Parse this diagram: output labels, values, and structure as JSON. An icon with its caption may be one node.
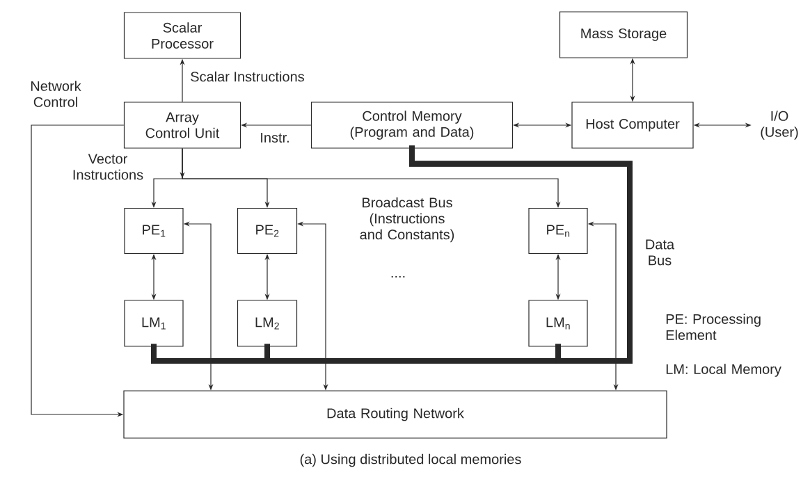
{
  "diagram": {
    "caption": "(a) Using distributed local memories",
    "nodes": [
      {
        "text": [
          "Scalar Processor"
        ]
      },
      {
        "text": [
          "Mass Storage"
        ]
      },
      {
        "text": [
          "Array Control Unit"
        ]
      },
      {
        "text": [
          "Control Memory (Program and Data)"
        ]
      },
      {
        "text": [
          "Host Computer"
        ]
      },
      {
        "text": [
          "I/O (User)"
        ]
      },
      {
        "text": [
          "PE$_{1}$"
        ]
      },
      {
        "text": [
          "PE$_{2}$"
        ]
      },
      {
        "text": [
          "PE$_{n}$"
        ]
      },
      {
        "text": [
          "LM$_{1}$"
        ]
      },
      {
        "text": [
          "LM$_{2}$"
        ]
      },
      {
        "text": [
          "LM$_{n}$"
        ]
      },
      {
        "text": [
          "Data Routing Network"
        ]
      }
    ],
    "edges": [
      {
        "from": 2,
        "to": 0,
        "arrow": "to",
        "label": "Scalar Instructions"
      },
      {
        "from": 3,
        "to": 2,
        "arrow": "to",
        "label": "Instr."
      },
      {
        "from": 3,
        "to": 4,
        "arrow": "both"
      },
      {
        "from": 4,
        "to": 1,
        "arrow": "both"
      },
      {
        "from": 4,
        "to": 5,
        "arrow": "both"
      },
      {
        "from": 2,
        "to": 6,
        "arrow": "to",
        "label": "Vector Instructions"
      },
      {
        "from": 2,
        "to": 7,
        "arrow": "to"
      },
      {
        "from": 2,
        "to": 8,
        "arrow": "to",
        "label": "Broadcast Bus (Instructions and Constants)"
      },
      {
        "from": 6,
        "to": 9,
        "arrow": "both"
      },
      {
        "from": 7,
        "to": 10,
        "arrow": "both"
      },
      {
        "from": 8,
        "to": 11,
        "arrow": "both"
      },
      {
        "from": 12,
        "to": 6,
        "arrow": "both"
      },
      {
        "from": 12,
        "to": 7,
        "arrow": "both"
      },
      {
        "from": 12,
        "to": 8,
        "arrow": "both"
      },
      {
        "from": 2,
        "to": 12,
        "arrow": "to",
        "label": "Network Control"
      },
      {
        "from": 3,
        "to": 9,
        "arrow": "none",
        "style": "thick",
        "label": "Data Bus"
      },
      {
        "from": 3,
        "to": 10,
        "arrow": "none",
        "style": "thick"
      },
      {
        "from": 3,
        "to": 11,
        "arrow": "none",
        "style": "thick"
      }
    ],
    "labels": [
      "....",
      "PE: Processing Element",
      "LM: Local Memory"
    ]
  }
}
